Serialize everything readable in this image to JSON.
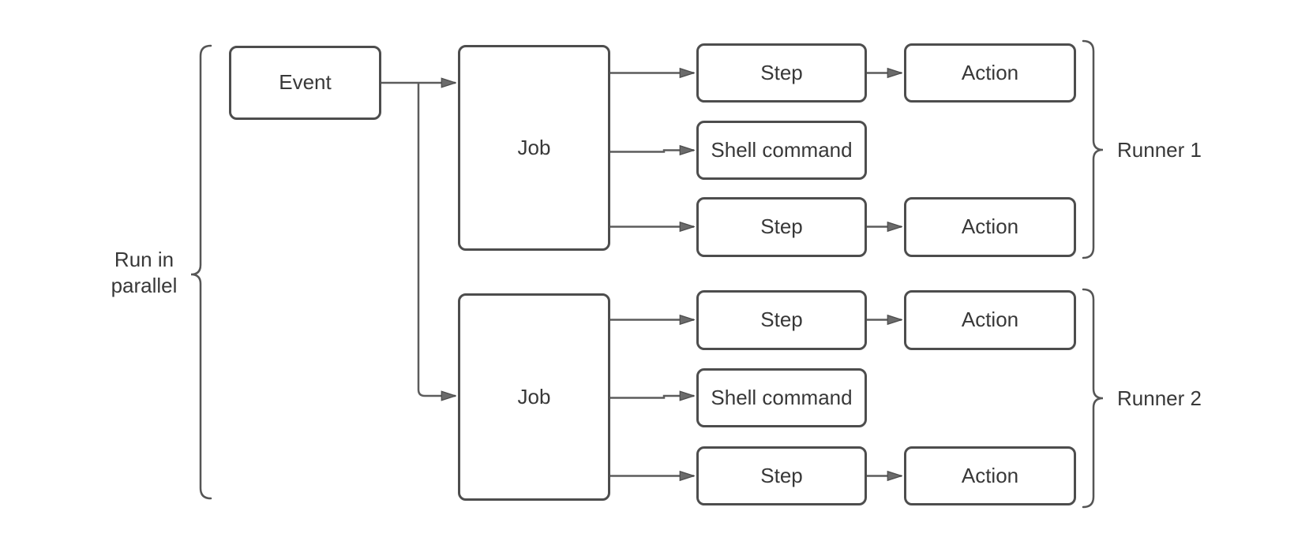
{
  "colors": {
    "box_border": "#4d4d4d",
    "text": "#383838",
    "connector": "#5c5c5c",
    "background": "#ffffff"
  },
  "annotations": {
    "run_in_parallel": "Run in\nparallel"
  },
  "event": {
    "label": "Event"
  },
  "runners": [
    {
      "label": "Runner 1",
      "job": {
        "label": "Job"
      },
      "rows": [
        {
          "label": "Step",
          "action": {
            "label": "Action"
          }
        },
        {
          "label": "Shell command"
        },
        {
          "label": "Step",
          "action": {
            "label": "Action"
          }
        }
      ]
    },
    {
      "label": "Runner 2",
      "job": {
        "label": "Job"
      },
      "rows": [
        {
          "label": "Step",
          "action": {
            "label": "Action"
          }
        },
        {
          "label": "Shell command"
        },
        {
          "label": "Step",
          "action": {
            "label": "Action"
          }
        }
      ]
    }
  ]
}
